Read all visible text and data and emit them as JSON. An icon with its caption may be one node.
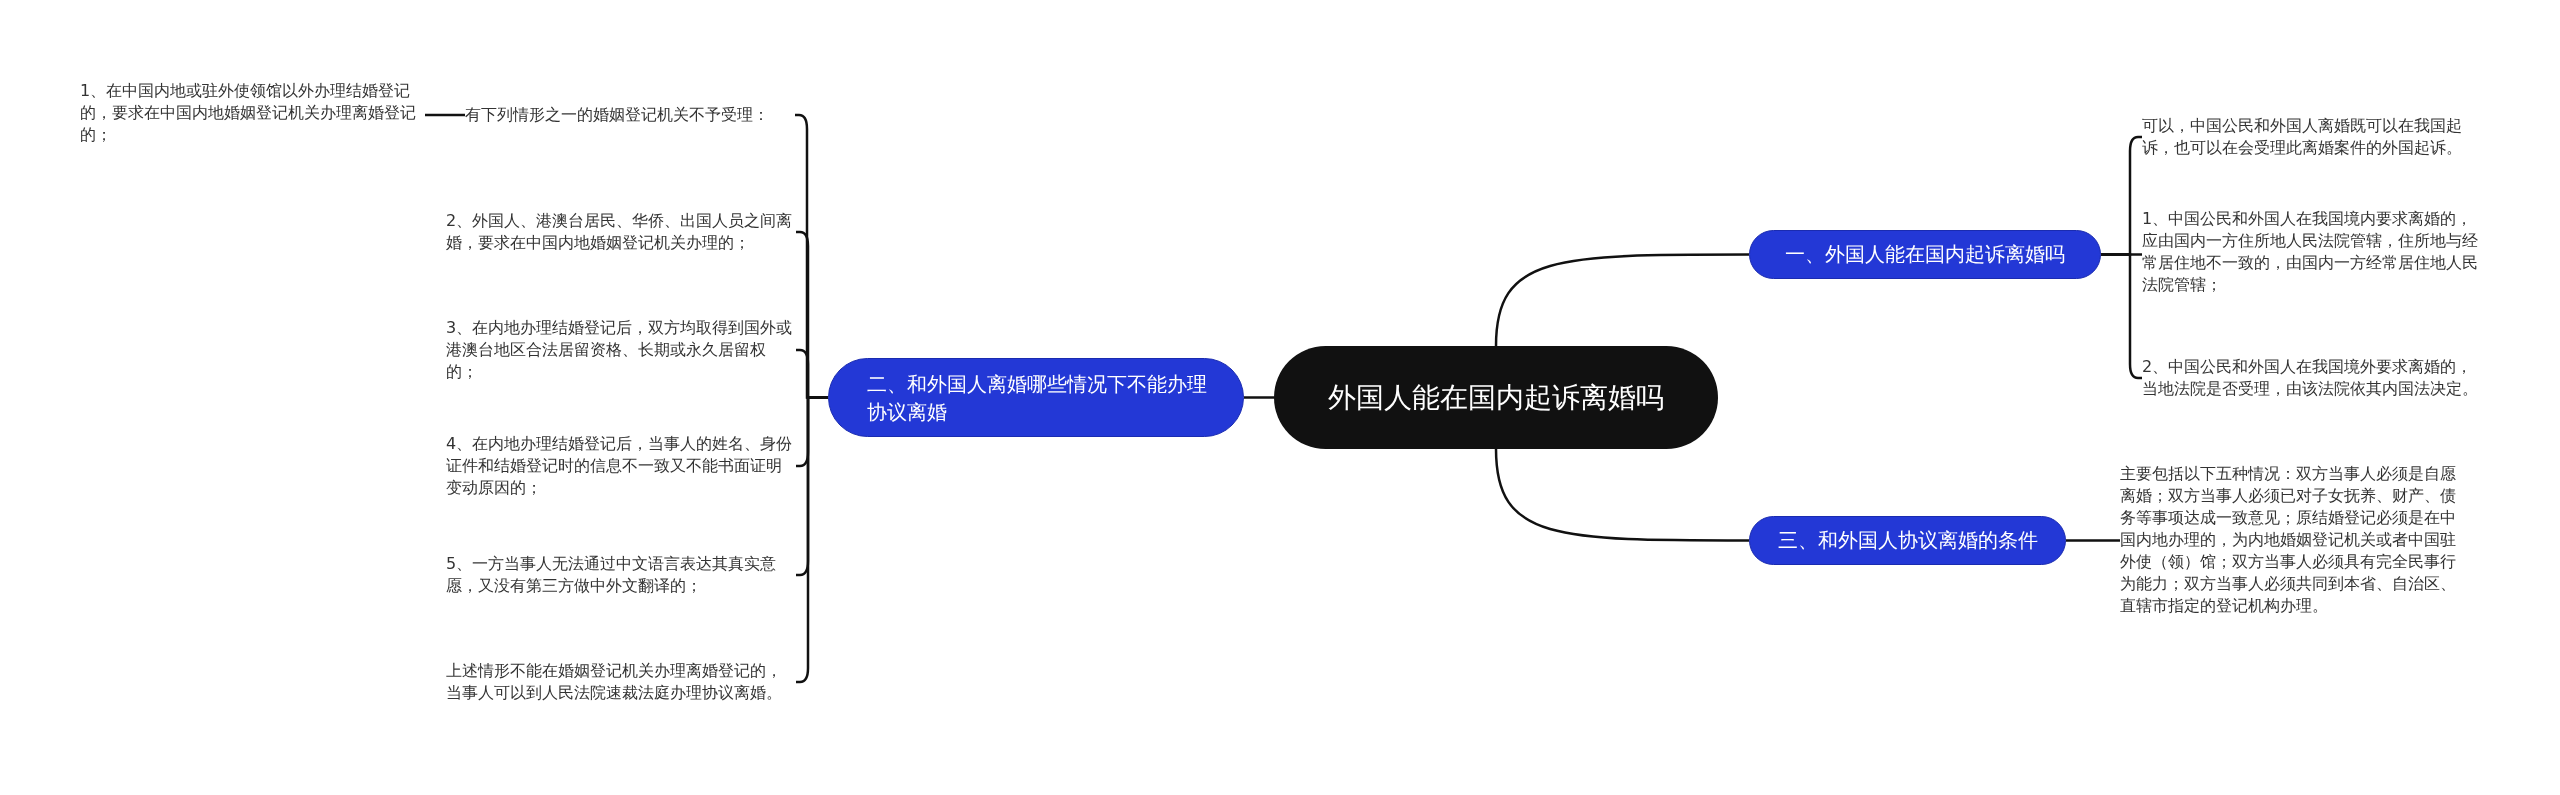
{
  "diagram": {
    "nodes": [
      {
        "text": [
          "外国人能在国内起诉离婚吗"
        ]
      },
      {
        "text": [
          "一、外国人能在国内起诉离婚吗"
        ]
      },
      {
        "text": [
          "可以，中国公民和外国人离婚既可以在我国起诉，也可以在会受理此离婚案件的外国起诉。"
        ]
      },
      {
        "text": [
          "1、中国公民和外国人在我国境内要求离婚的，应由国内一方住所地人民法院管辖，住所地与经常居住地不一致的，由国内一方经常居住地人民法院管辖；"
        ]
      },
      {
        "text": [
          "2、中国公民和外国人在我国境外要求离婚的，当地法院是否受理，由该法院依其内国法决定。"
        ]
      },
      {
        "text": [
          "二、和外国人离婚哪些情况下不能办理协议离婚"
        ]
      },
      {
        "text": [
          "有下列情形之一的婚姻登记机关不予受理："
        ]
      },
      {
        "text": [
          "1、在中国内地或驻外使领馆以外办理结婚登记的，要求在中国内地婚姻登记机关办理离婚登记的；"
        ]
      },
      {
        "text": [
          "2、外国人、港澳台居民、华侨、出国人员之间离婚，要求在中国内地婚姻登记机关办理的；"
        ]
      },
      {
        "text": [
          "3、在内地办理结婚登记后，双方均取得到国外或港澳台地区合法居留资格、长期或永久居留权的；"
        ]
      },
      {
        "text": [
          "4、在内地办理结婚登记后，当事人的姓名、身份证件和结婚登记时的信息不一致又不能书面证明变动原因的；"
        ]
      },
      {
        "text": [
          "5、一方当事人无法通过中文语言表达其真实意愿，又没有第三方做中外文翻译的；"
        ]
      },
      {
        "text": [
          "上述情形不能在婚姻登记机关办理离婚登记的，当事人可以到人民法院速裁法庭办理协议离婚。"
        ]
      },
      {
        "text": [
          "三、和外国人协议离婚的条件"
        ]
      },
      {
        "text": [
          "主要包括以下五种情况：双方当事人必须是自愿离婚；双方当事人必须已对子女抚养、财产、债务等事项达成一致意见；原结婚登记必须是在中国内地办理的，为内地婚姻登记机关或者中国驻外使（领）馆；双方当事人必须具有完全民事行为能力；双方当事人必须共同到本省、自治区、直辖市指定的登记机构办理。"
        ]
      }
    ],
    "edges": [
      {
        "from": 0,
        "to": 1,
        "arrow": "none"
      },
      {
        "from": 1,
        "to": 2,
        "arrow": "none"
      },
      {
        "from": 1,
        "to": 3,
        "arrow": "none"
      },
      {
        "from": 1,
        "to": 4,
        "arrow": "none"
      },
      {
        "from": 0,
        "to": 5,
        "arrow": "none"
      },
      {
        "from": 5,
        "to": 6,
        "arrow": "none"
      },
      {
        "from": 6,
        "to": 7,
        "arrow": "none"
      },
      {
        "from": 5,
        "to": 8,
        "arrow": "none"
      },
      {
        "from": 5,
        "to": 9,
        "arrow": "none"
      },
      {
        "from": 5,
        "to": 10,
        "arrow": "none"
      },
      {
        "from": 5,
        "to": 11,
        "arrow": "none"
      },
      {
        "from": 5,
        "to": 12,
        "arrow": "none"
      },
      {
        "from": 0,
        "to": 13,
        "arrow": "none"
      },
      {
        "from": 13,
        "to": 14,
        "arrow": "none"
      }
    ]
  }
}
